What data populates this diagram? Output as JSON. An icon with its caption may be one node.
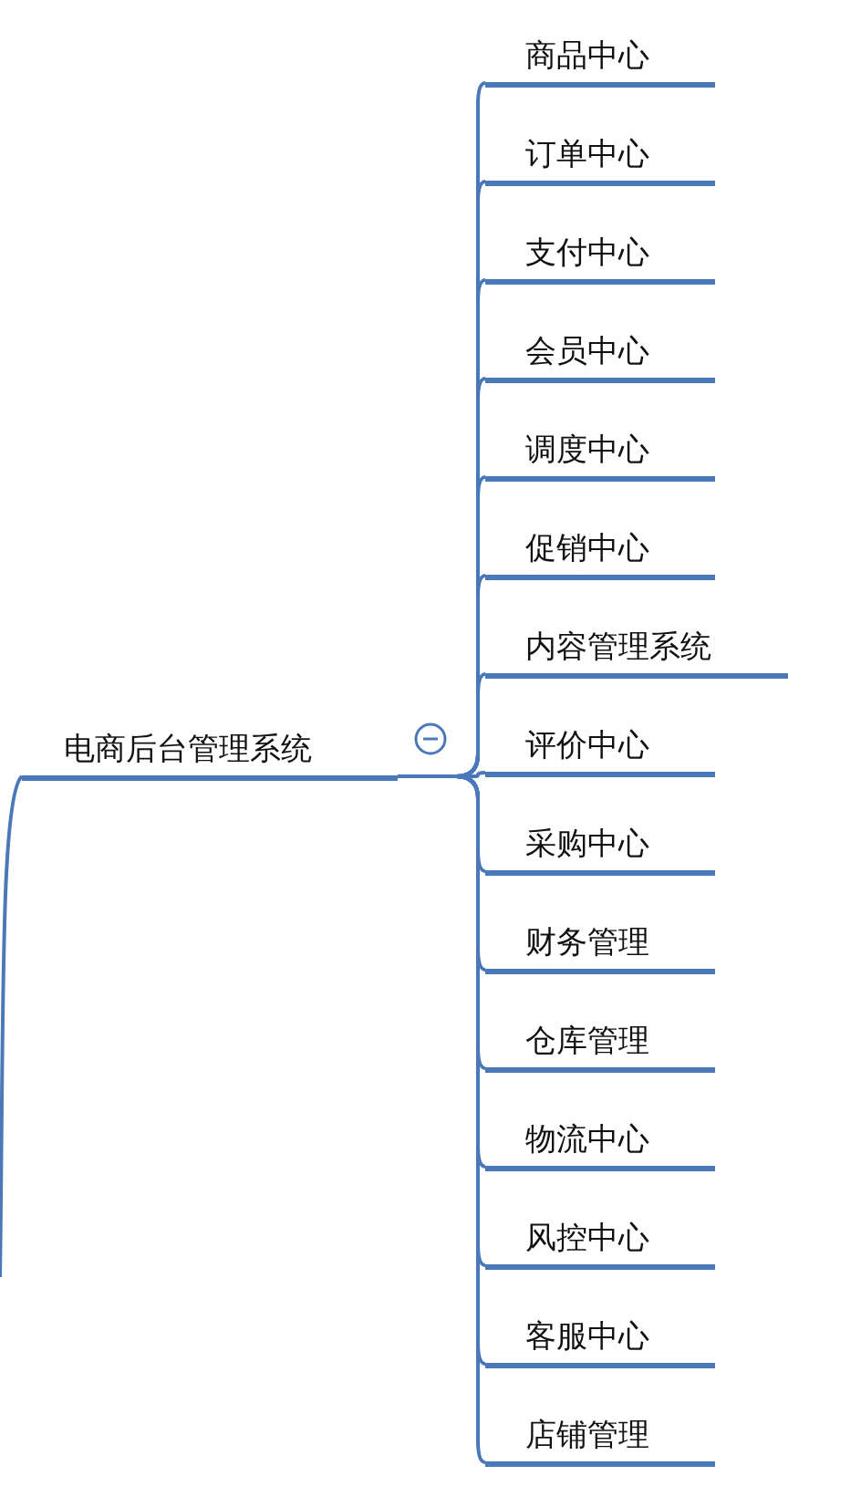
{
  "diagram": {
    "nodes": [
      {
        "text": [
          "电商后台管理系统"
        ]
      },
      {
        "text": [
          "商品中心"
        ]
      },
      {
        "text": [
          "订单中心"
        ]
      },
      {
        "text": [
          "支付中心"
        ]
      },
      {
        "text": [
          "会员中心"
        ]
      },
      {
        "text": [
          "调度中心"
        ]
      },
      {
        "text": [
          "促销中心"
        ]
      },
      {
        "text": [
          "内容管理系统"
        ]
      },
      {
        "text": [
          "评价中心"
        ]
      },
      {
        "text": [
          "采购中心"
        ]
      },
      {
        "text": [
          "财务管理"
        ]
      },
      {
        "text": [
          "仓库管理"
        ]
      },
      {
        "text": [
          "物流中心"
        ]
      },
      {
        "text": [
          "风控中心"
        ]
      },
      {
        "text": [
          "客服中心"
        ]
      },
      {
        "text": [
          "店铺管理"
        ]
      }
    ],
    "edges": [
      {
        "from": null,
        "to": 0,
        "arrow": "none"
      },
      {
        "from": 0,
        "to": 1,
        "arrow": "none"
      },
      {
        "from": 0,
        "to": 2,
        "arrow": "none"
      },
      {
        "from": 0,
        "to": 3,
        "arrow": "none"
      },
      {
        "from": 0,
        "to": 4,
        "arrow": "none"
      },
      {
        "from": 0,
        "to": 5,
        "arrow": "none"
      },
      {
        "from": 0,
        "to": 6,
        "arrow": "none"
      },
      {
        "from": 0,
        "to": 7,
        "arrow": "none"
      },
      {
        "from": 0,
        "to": 8,
        "arrow": "none"
      },
      {
        "from": 0,
        "to": 9,
        "arrow": "none"
      },
      {
        "from": 0,
        "to": 10,
        "arrow": "none"
      },
      {
        "from": 0,
        "to": 11,
        "arrow": "none"
      },
      {
        "from": 0,
        "to": 12,
        "arrow": "none"
      },
      {
        "from": 0,
        "to": 13,
        "arrow": "none"
      },
      {
        "from": 0,
        "to": 14,
        "arrow": "none"
      },
      {
        "from": 0,
        "to": 15,
        "arrow": "none"
      }
    ]
  }
}
